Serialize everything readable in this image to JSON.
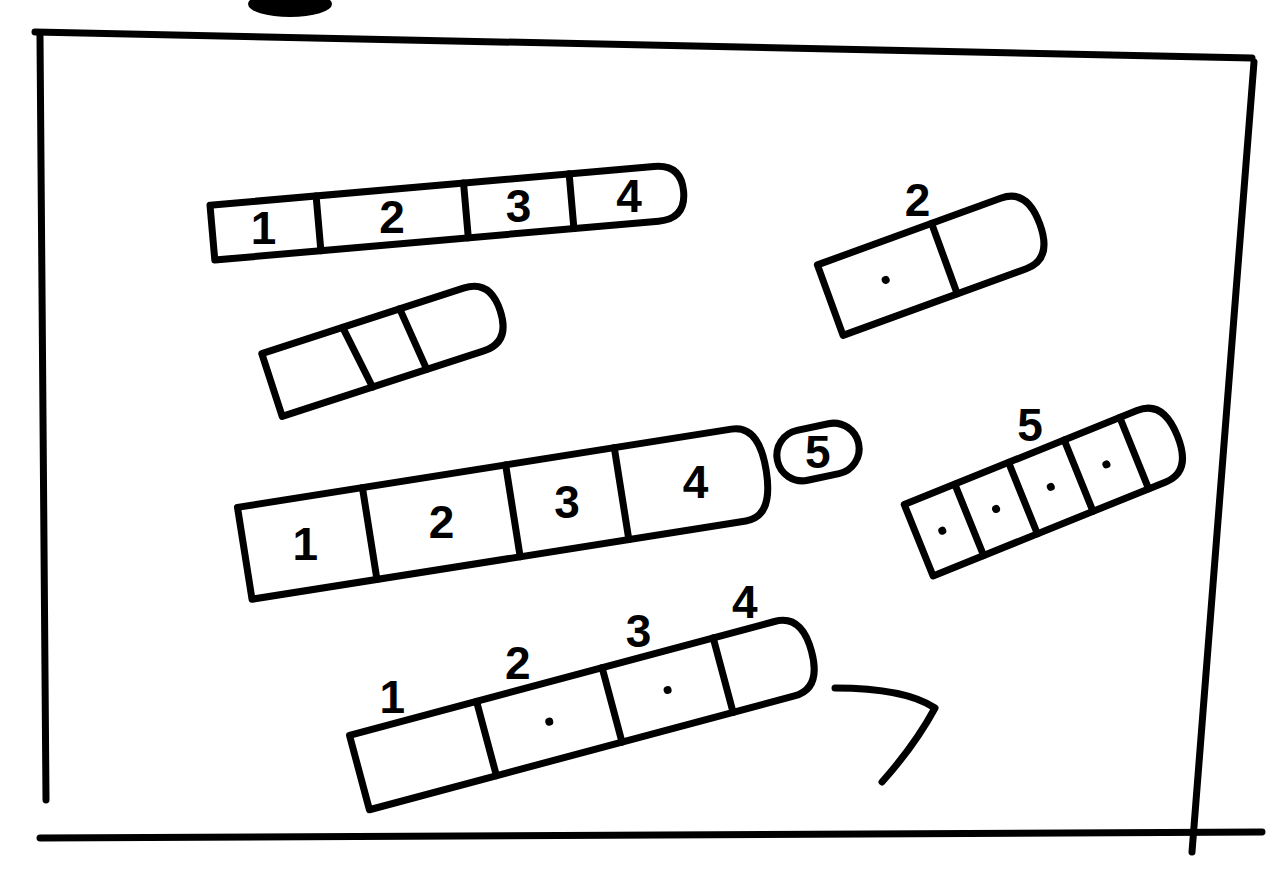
{
  "diagram": {
    "nodes": [
      {
        "text": [
          "1",
          "2",
          "3",
          "4"
        ]
      },
      {
        "text": [
          "2"
        ]
      },
      {
        "text": [
          "1",
          "2",
          "3",
          "4"
        ]
      },
      {
        "text": [
          "5"
        ]
      },
      {
        "text": [
          "5"
        ]
      },
      {
        "text": [
          "1",
          "2",
          "3",
          "4"
        ]
      }
    ]
  }
}
